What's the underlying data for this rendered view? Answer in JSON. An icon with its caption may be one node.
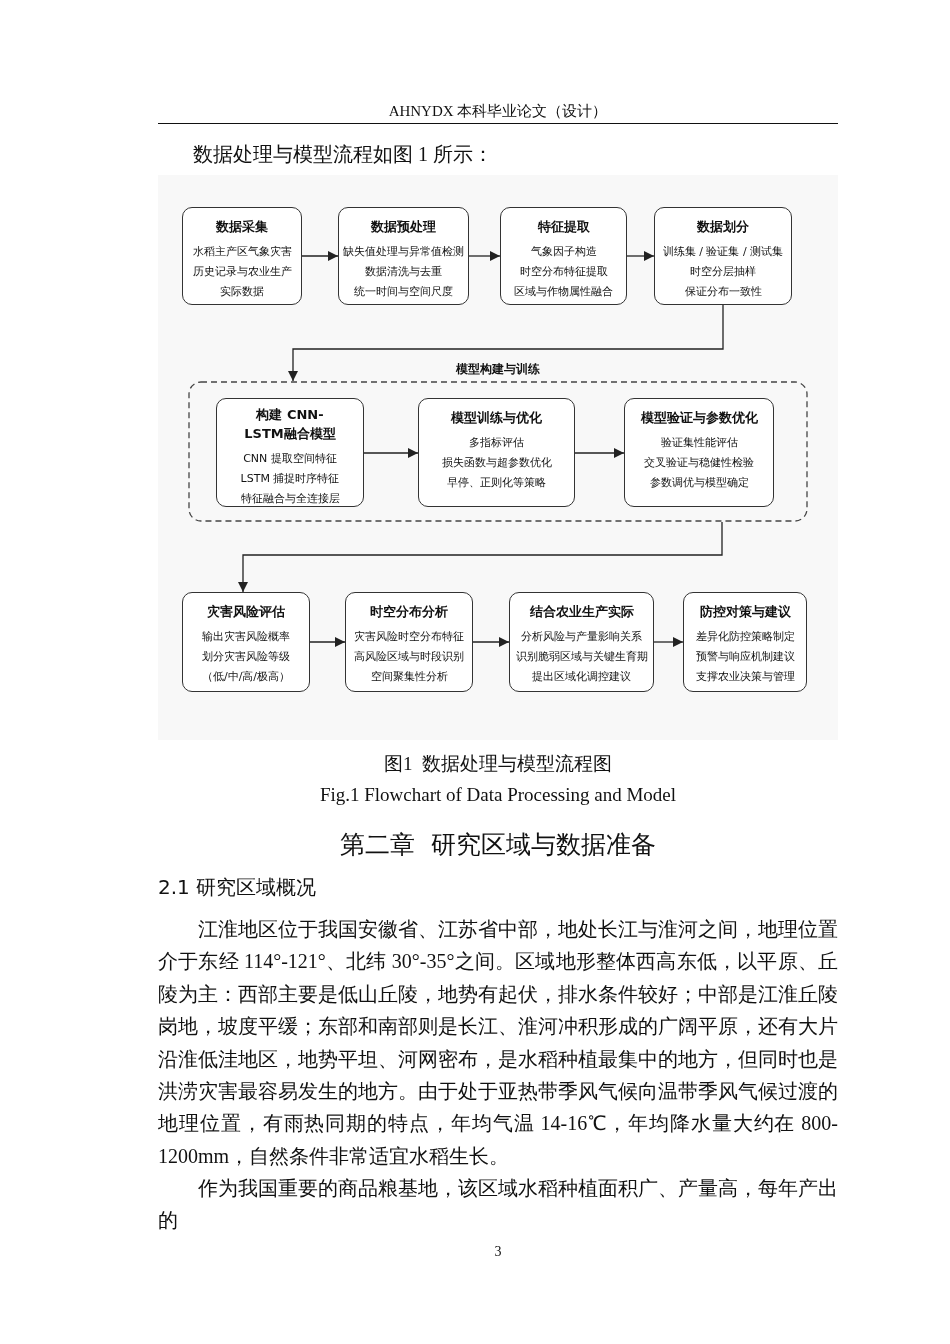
{
  "diagram": {
    "caption": "图1  数据处理与模型流程图",
    "nodes": [
      {
        "text": [
          "数据采集",
          "水稻主产区气象灾害历史记录与农业生产实际数据"
        ]
      },
      {
        "text": [
          "数据预处理",
          "缺失值处理与异常值检测",
          "数据清洗与去重",
          "统一时间与空间尺度"
        ]
      },
      {
        "text": [
          "特征提取",
          "气象因子构造",
          "时空分布特征提取",
          "区域与作物属性融合"
        ]
      },
      {
        "text": [
          "数据划分",
          "训练集 / 验证集 / 测试集",
          "时空分层抽样",
          "保证分布一致性"
        ]
      },
      {
        "text": [
          "模型构建与训练"
        ]
      },
      {
        "text": [
          "构建 CNN-LSTM融合模型",
          "CNN 提取空间特征",
          "LSTM 捕捉时序特征",
          "特征融合与全连接层"
        ],
        "in": 4
      },
      {
        "text": [
          "模型训练与优化",
          "多指标评估",
          "损失函数与超参数优化",
          "早停、正则化等策略"
        ],
        "in": 4
      },
      {
        "text": [
          "模型验证与参数优化",
          "验证集性能评估",
          "交叉验证与稳健性检验",
          "参数调优与模型确定"
        ],
        "in": 4
      },
      {
        "text": [
          "灾害风险评估",
          "输出灾害风险概率",
          "划分灾害风险等级",
          "（低/中/高/极高）"
        ]
      },
      {
        "text": [
          "时空分布分析",
          "灾害风险时空分布特征",
          "高风险区域与时段识别",
          "空间聚集性分析"
        ]
      },
      {
        "text": [
          "结合农业生产实际",
          "分析风险与产量影响关系",
          "识别脆弱区域与关键生育期",
          "提出区域化调控建议"
        ]
      },
      {
        "text": [
          "防控对策与建议",
          "差异化防控策略制定",
          "预警与响应机制建议",
          "支撑农业决策与管理"
        ]
      }
    ],
    "edges": [
      {
        "from": 0,
        "to": 1,
        "arrow": "to"
      },
      {
        "from": 1,
        "to": 2,
        "arrow": "to"
      },
      {
        "from": 2,
        "to": 3,
        "arrow": "to"
      },
      {
        "from": 3,
        "to": 4,
        "arrow": "to"
      },
      {
        "from": 5,
        "to": 6,
        "arrow": "to"
      },
      {
        "from": 6,
        "to": 7,
        "arrow": "to"
      },
      {
        "from": 4,
        "to": 8,
        "arrow": "to"
      },
      {
        "from": 8,
        "to": 9,
        "arrow": "to"
      },
      {
        "from": 9,
        "to": 10,
        "arrow": "to"
      },
      {
        "from": 10,
        "to": 11,
        "arrow": "to"
      }
    ],
    "labels": [
      "AHNYDX 本科毕业论文（设计）",
      "数据处理与模型流程如图 1 所示：",
      "Fig.1 Flowchart of Data Processing and Model",
      "第二章  研究区域与数据准备",
      "2.1 研究区域概况",
      "江淮地区位于我国安徽省、江苏省中部，地处长江与淮河之间，地理位置介于东经 114°-121°、北纬 30°-35°之间。区域地形整体西高东低，以平原、丘陵为主：西部主要是低山丘陵，地势有起伏，排水条件较好；中部是江淮丘陵岗地，坡度平缓；东部和南部则是长江、淮河冲积形成的广阔平原，还有大片沿淮低洼地区，地势平坦、河网密布，是水稻种植最集中的地方，但同时也是洪涝灾害最容易发生的地方。由于处于亚热带季风气候向温带季风气候过渡的地理位置，有雨热同期的特点，年均气温 14-16℃，年均降水量大约在 800-1200mm，自然条件非常适宜水稻生长。",
      "作为我国重要的商品粮基地，该区域水稻种植面积广、产量高，每年产出的",
      "3"
    ]
  }
}
